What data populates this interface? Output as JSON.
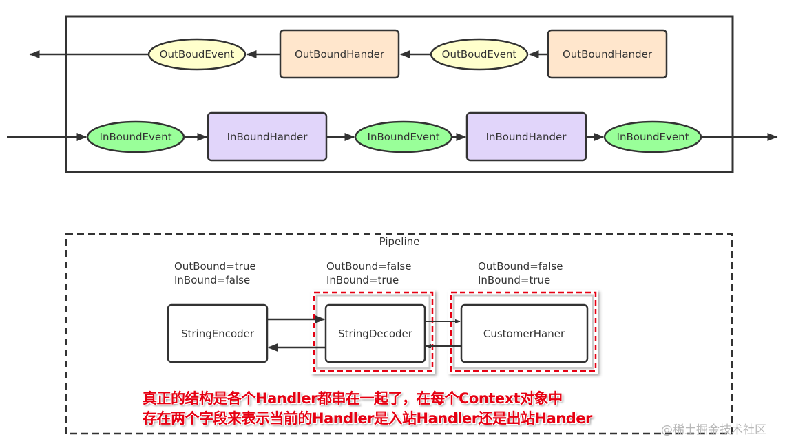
{
  "top_diagram": {
    "outbound_row": [
      {
        "type": "event",
        "label": "OutBoudEvent"
      },
      {
        "type": "handler",
        "label": "OutBoundHander"
      },
      {
        "type": "event",
        "label": "OutBoudEvent"
      },
      {
        "type": "handler",
        "label": "OutBoundHander"
      }
    ],
    "inbound_row": [
      {
        "type": "event",
        "label": "InBoundEvent"
      },
      {
        "type": "handler",
        "label": "InBoundHander"
      },
      {
        "type": "event",
        "label": "InBoundEvent"
      },
      {
        "type": "handler",
        "label": "InBoundHander"
      },
      {
        "type": "event",
        "label": "InBoundEvent"
      }
    ],
    "colors": {
      "outbound_event_fill": "#ffffcc",
      "outbound_handler_fill": "#ffe6cc",
      "inbound_event_fill": "#99ff99",
      "inbound_handler_fill": "#e1d5fa",
      "stroke": "#333333"
    }
  },
  "pipeline": {
    "title": "Pipeline",
    "handlers": [
      {
        "name": "StringEncoder",
        "flags": [
          "OutBound=true",
          "InBound=false"
        ],
        "highlighted": false
      },
      {
        "name": "StringDecoder",
        "flags": [
          "OutBound=false",
          "InBound=true"
        ],
        "highlighted": true
      },
      {
        "name": "CustomerHaner",
        "flags": [
          "OutBound=false",
          "InBound=true"
        ],
        "highlighted": true
      }
    ],
    "highlight_color": "#e60012"
  },
  "caption": {
    "line1": "真正的结构是各个Handler都串在一起了，在每个Context对象中",
    "line2": "存在两个字段来表示当前的Handler是入站Handler还是出站Hander"
  },
  "watermark": "@稀土掘金技术社区"
}
